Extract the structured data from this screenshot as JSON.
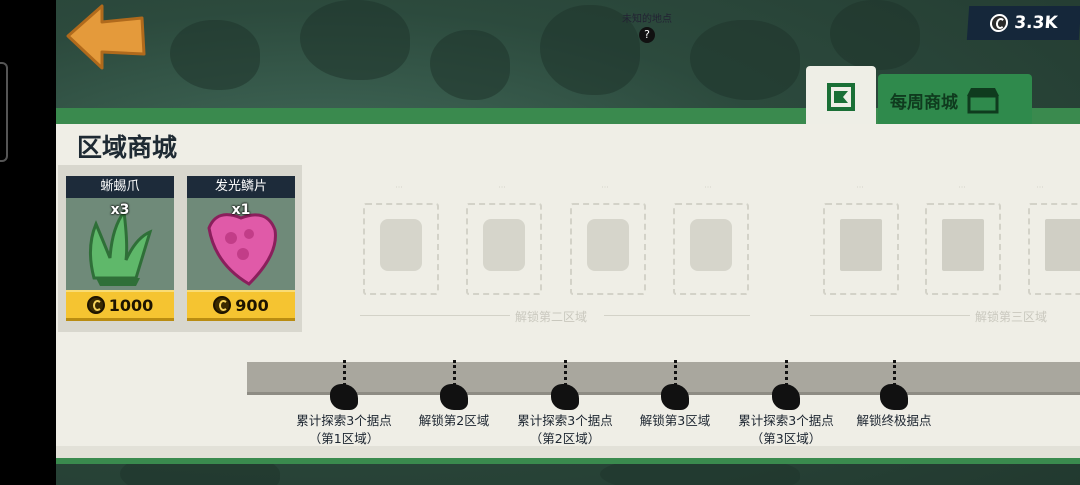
{
  "header": {
    "currency_amount": "3.3K",
    "hint_text": "未知的地点",
    "hint_icon": "question-mark-icon"
  },
  "tabs": {
    "weekly_label": "每周商城"
  },
  "panel": {
    "title": "区域商城",
    "items": [
      {
        "name": "蜥蜴爪",
        "qty": "x3",
        "price": "1000",
        "icon": "lizard-claw-icon"
      },
      {
        "name": "发光鳞片",
        "qty": "x1",
        "price": "900",
        "icon": "glowing-scale-icon"
      }
    ],
    "unlock_zone2": "解锁第二区域",
    "unlock_zone3": "解锁第三区域"
  },
  "milestones": [
    {
      "label": "累计探索3个据点（第1区域）"
    },
    {
      "label": "解锁第2区域"
    },
    {
      "label": "累计探索3个据点（第2区域）"
    },
    {
      "label": "解锁第3区域"
    },
    {
      "label": "累计探索3个据点（第3区域）"
    },
    {
      "label": "解锁终极据点"
    }
  ],
  "colors": {
    "accent_green": "#3a8a4e",
    "price_gold": "#f5c431",
    "back_arrow_orange": "#e49a3b"
  }
}
